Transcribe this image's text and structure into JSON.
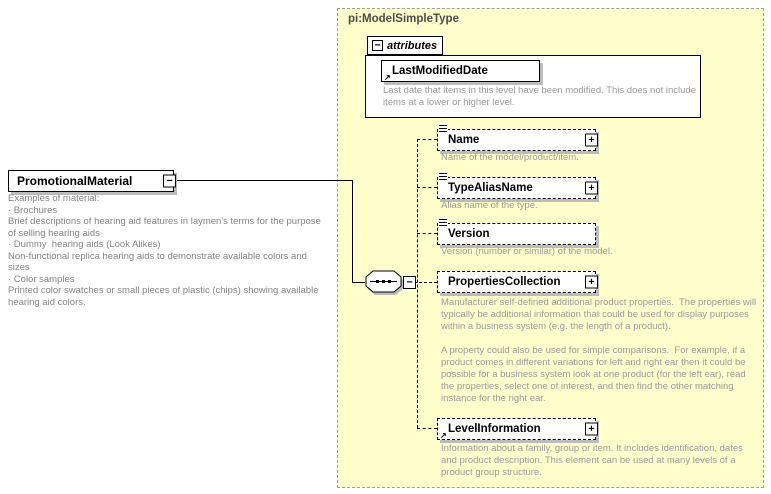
{
  "type_container": {
    "label": "pi:ModelSimpleType"
  },
  "root": {
    "name": "PromotionalMaterial",
    "annotation": "Examples of material:\n· Brochures\nBrief descriptions of hearing aid features in laymen's terms for the purpose\nof selling hearing aids\n· Dummy  hearing aids (Look Alikes)\nNon-functional replica hearing aids to demonstrate available colors and\nsizes\n· Color samples\nPrinted color swatches or small pieces of plastic (chips) showing available\nhearing aid colors."
  },
  "attributes_group": {
    "label": "attributes",
    "items": [
      {
        "name": "LastModifiedDate",
        "description": "Last date that items in this level have been modified. This does not include\nitems at a lower or higher level."
      }
    ]
  },
  "children": [
    {
      "name": "Name",
      "description": "Name of the model/product/item."
    },
    {
      "name": "TypeAliasName",
      "description": "Alias name of the type."
    },
    {
      "name": "Version",
      "description": "Version (number or similar) of the model."
    },
    {
      "name": "PropertiesCollection",
      "description": "Manufacturer self-defined additional product properties.  The properties will\ntypically be additional information that could be used for display purposes\nwithin a business system (e.g. the length of a product).\n\nA property could also be used for simple comparisons.  For example, if a\nproduct comes in different variations for left and right ear then it could be\npossible for a business system look at one product (for the left ear), read\nthe properties, select one of interest, and then find the other matching\ninstance for the right ear."
    },
    {
      "name": "LevelInformation",
      "description": "Information about a family, group or item. It includes identification, dates\nand product description. This element can be used at many levels of a\nproduct group structure."
    }
  ],
  "icons": {
    "plus": "+",
    "minus": "−",
    "ref_arrow": "↗"
  },
  "colors": {
    "container_bg": "#ffffcc",
    "container_border": "#9e9e9e",
    "description_text": "#9a9a9a",
    "shadow": "#bcbcbc"
  }
}
